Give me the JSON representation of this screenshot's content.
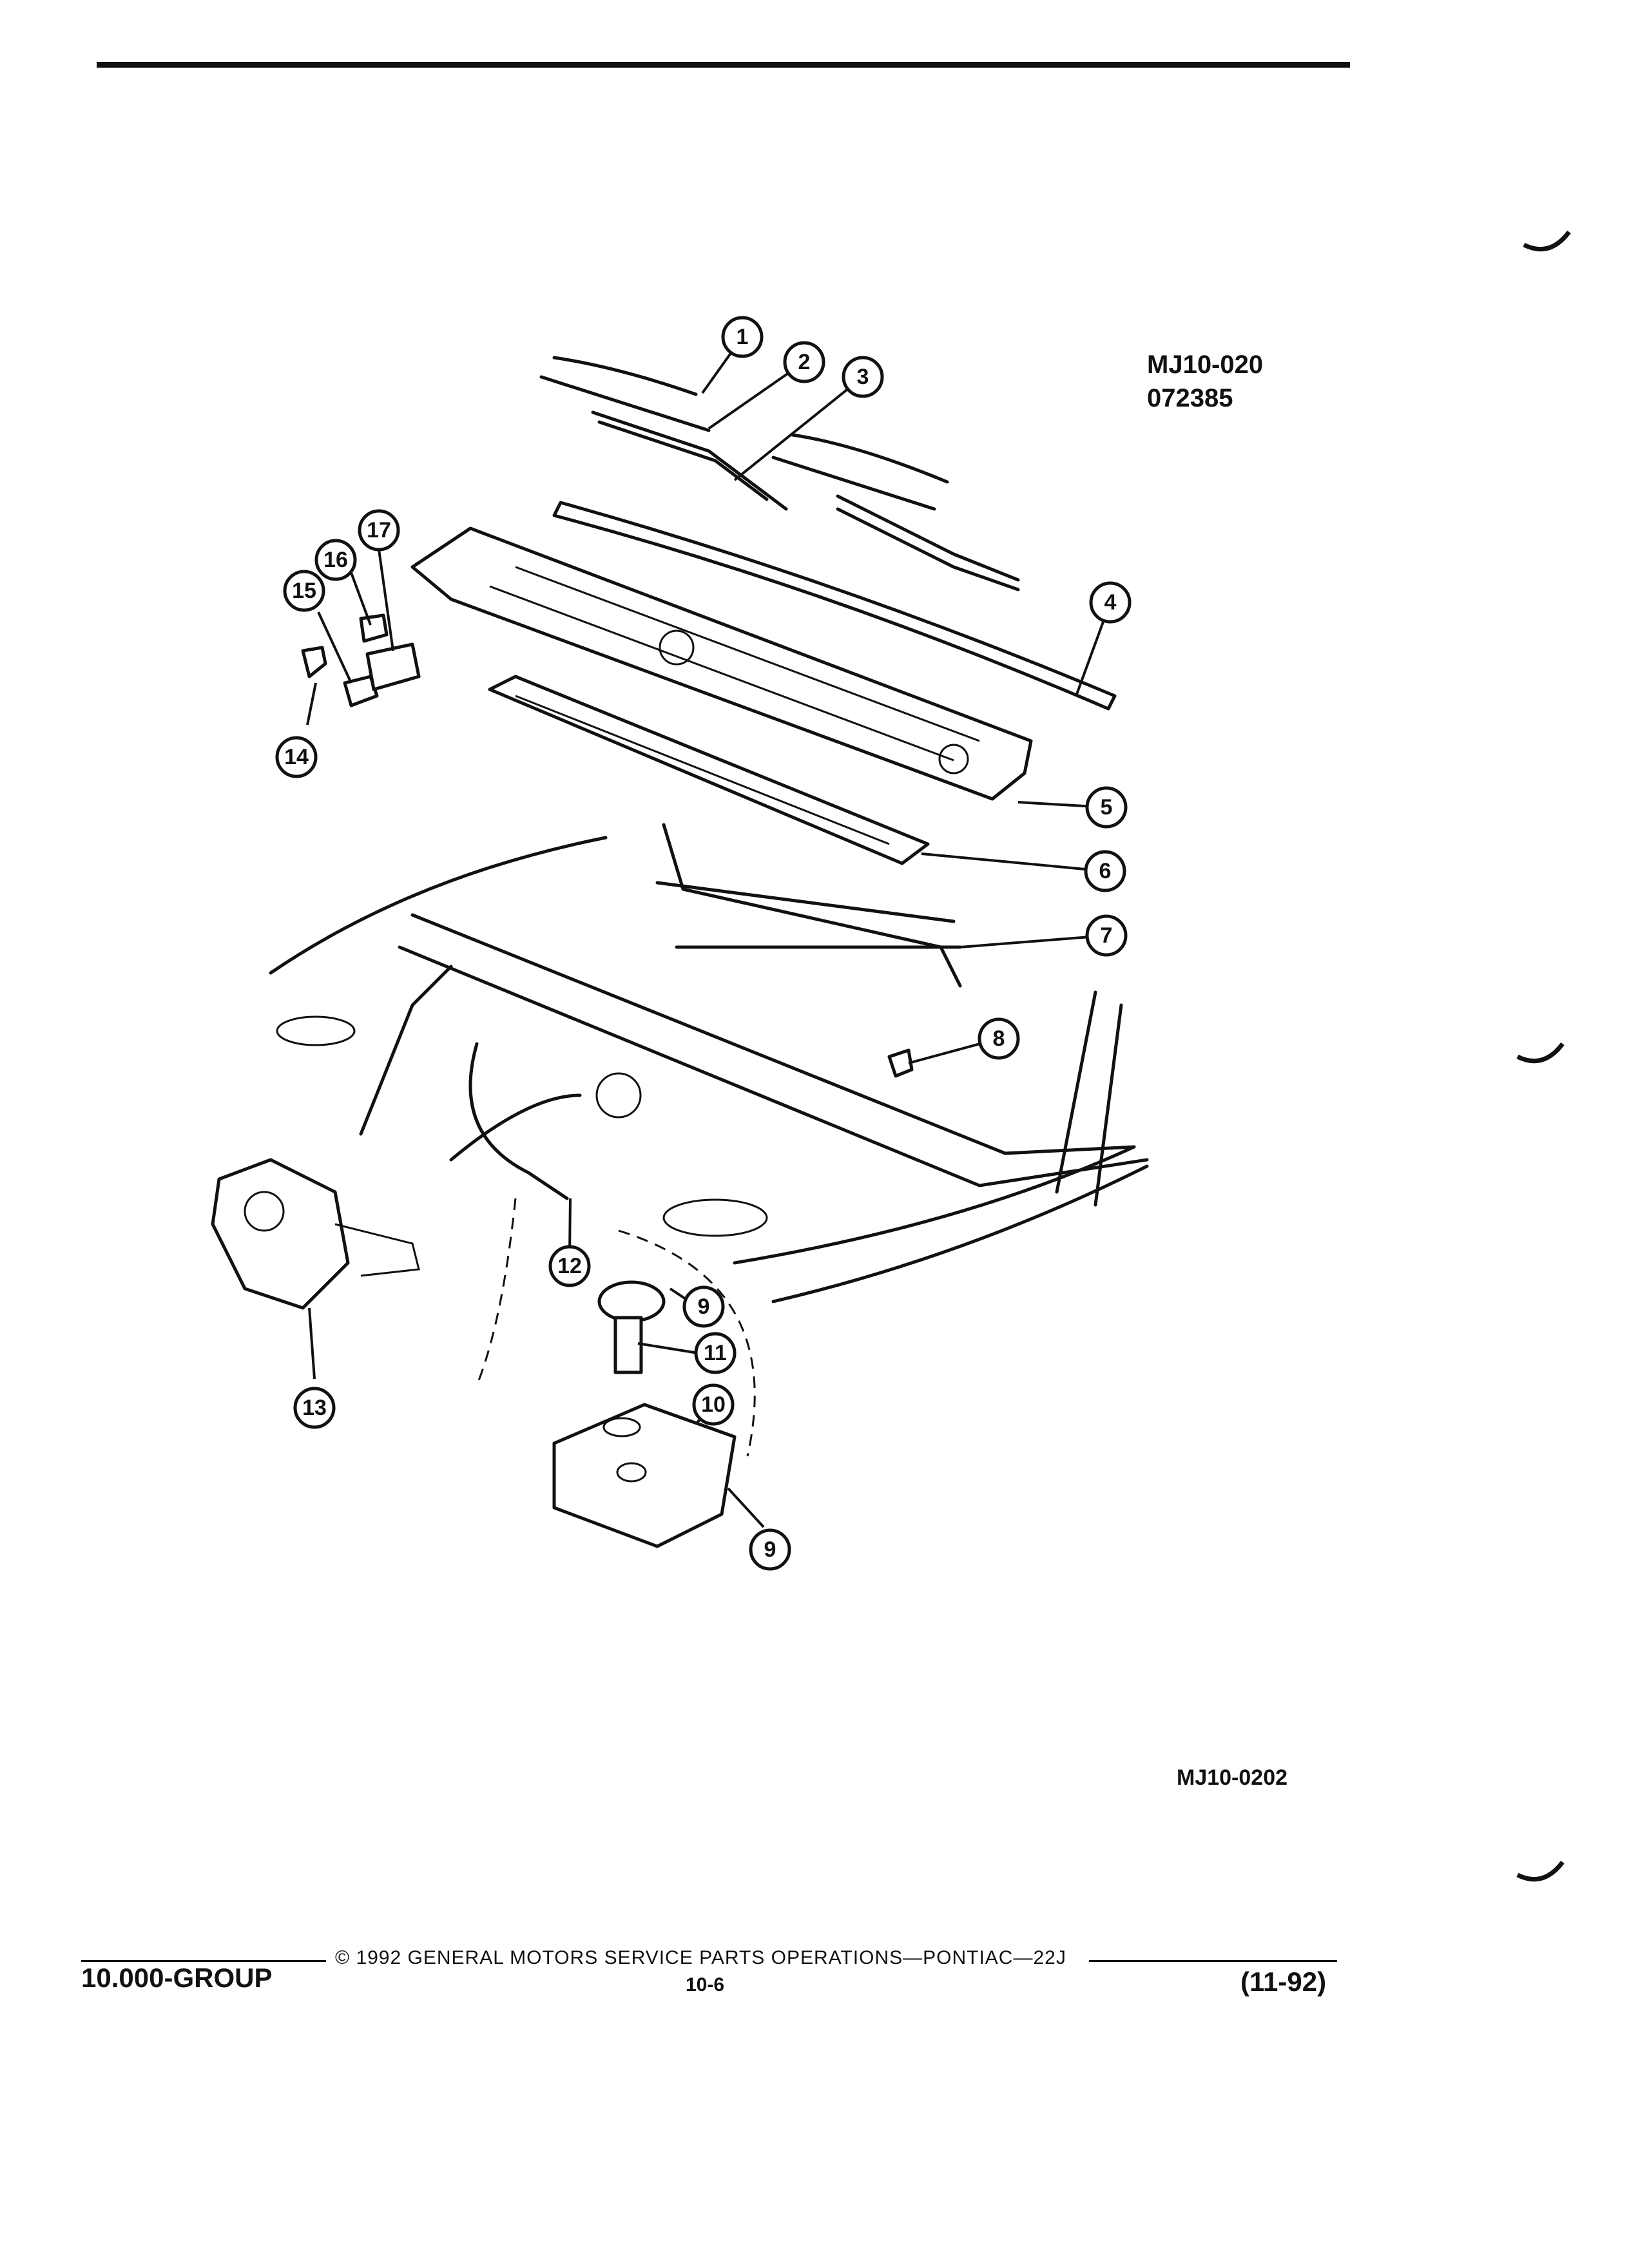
{
  "header": {
    "ref_code": "MJ10-020",
    "ref_number": "072385"
  },
  "figure": {
    "ref_code": "MJ10-0202",
    "callouts": [
      "1",
      "2",
      "3",
      "4",
      "5",
      "6",
      "7",
      "8",
      "9",
      "9",
      "10",
      "11",
      "12",
      "13",
      "14",
      "15",
      "16",
      "17"
    ]
  },
  "footer": {
    "group": "10.000-GROUP",
    "copyright": "© 1992 GENERAL MOTORS SERVICE PARTS OPERATIONS—PONTIAC—22J",
    "page": "10-6",
    "date": "(11-92)"
  }
}
